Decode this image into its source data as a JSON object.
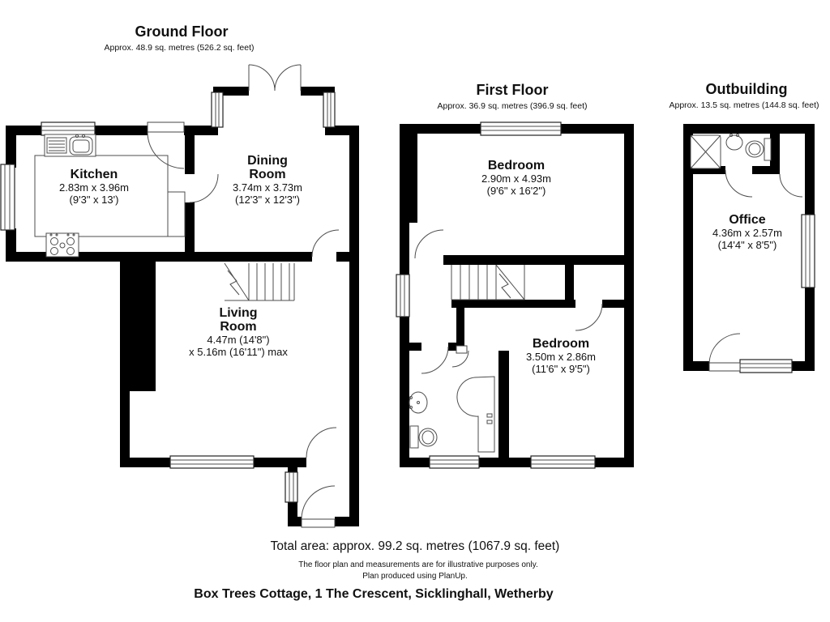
{
  "document": {
    "floors": [
      {
        "title": "Ground Floor",
        "area": "Approx. 48.9 sq. metres (526.2 sq. feet)",
        "rooms": [
          {
            "lines": [
              "Kitchen",
              "2.83m x 3.96m",
              "(9'3\" x 13')"
            ]
          },
          {
            "lines": [
              "Dining",
              "Room",
              "3.74m x 3.73m",
              "(12'3\" x 12'3\")"
            ]
          },
          {
            "lines": [
              "Living",
              "Room",
              "4.47m (14'8\")",
              "x 5.16m (16'11\") max"
            ]
          }
        ]
      },
      {
        "title": "First Floor",
        "area": "Approx. 36.9 sq. metres (396.9 sq. feet)",
        "rooms": [
          {
            "lines": [
              "Bedroom",
              "2.90m x 4.93m",
              "(9'6\" x 16'2\")"
            ]
          },
          {
            "lines": [
              "Bedroom",
              "3.50m x 2.86m",
              "(11'6\" x 9'5\")"
            ]
          }
        ]
      },
      {
        "title": "Outbuilding",
        "area": "Approx. 13.5 sq. metres (144.8 sq. feet)",
        "rooms": [
          {
            "lines": [
              "Office",
              "4.36m x 2.57m",
              "(14'4\" x 8'5\")"
            ]
          }
        ]
      }
    ],
    "footer": {
      "total_area": "Total area: approx. 99.2 sq. metres (1067.9 sq. feet)",
      "disclaimer_line1": "The floor plan and measurements are for illustrative purposes only.",
      "disclaimer_line2": "Plan produced using PlanUp.",
      "address": "Box Trees Cottage, 1 The Crescent, Sicklinghall, Wetherby"
    },
    "colors": {
      "wall": "#000000",
      "line": "#4d4d4d",
      "text": "#111111"
    }
  }
}
